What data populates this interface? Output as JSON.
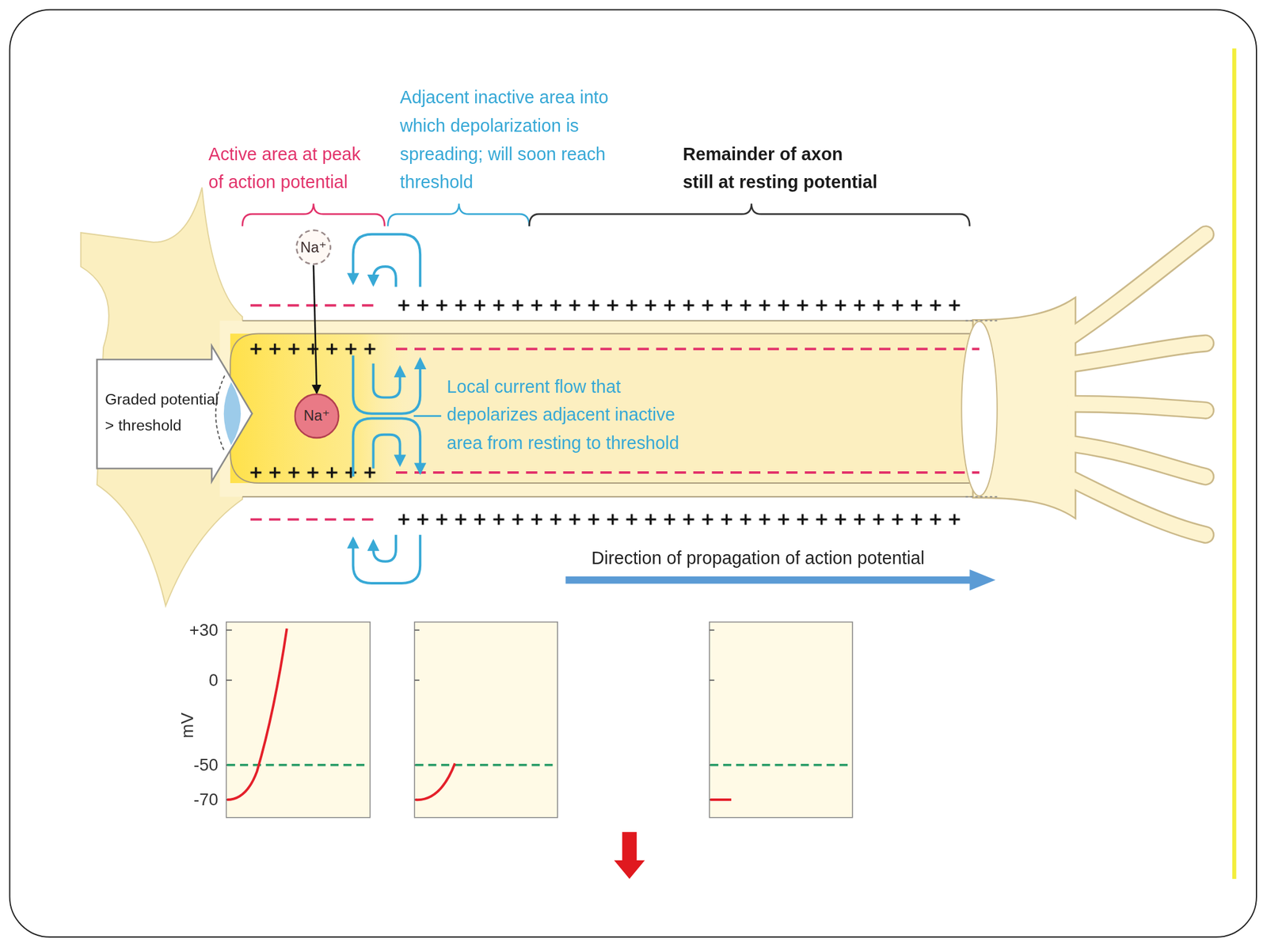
{
  "diagram": {
    "nodes": [
      {
        "text": [
          "Na⁺"
        ]
      },
      {
        "text": [
          "Graded potential > threshold"
        ]
      },
      {
        "text": [
          "Na⁺"
        ]
      }
    ],
    "edges": [
      {
        "from": 0,
        "to": 2,
        "arrow": "to"
      }
    ],
    "labels": [
      "Active area at peak of action potential",
      "Adjacent inactive area into which depolarization is spreading; will soon reach threshold",
      "Remainder of axon still at resting potential",
      "Local current flow that depolarizes adjacent inactive area from resting to threshold",
      "Direction of propagation of action potential",
      "+30",
      "0",
      "mV",
      "-50",
      "-70"
    ]
  }
}
